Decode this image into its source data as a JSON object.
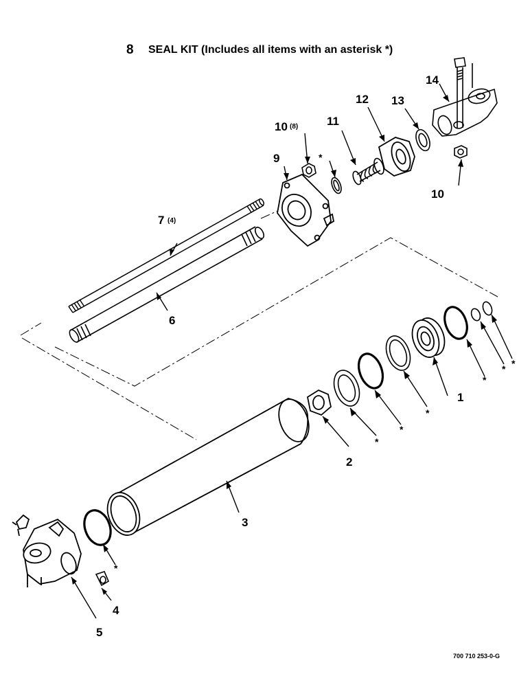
{
  "title": {
    "number": "8",
    "text": "SEAL KIT (Includes all items with an asterisk *)"
  },
  "drawing_code": "700 710 253-0-G",
  "callouts": {
    "c1": "1",
    "c2": "2",
    "c3": "3",
    "c4": "4",
    "c5": "5",
    "c6": "6",
    "c7": "7",
    "c7_qty": "(4)",
    "c9": "9",
    "c10a": "10",
    "c10a_qty": "(8)",
    "c10b": "10",
    "c11": "11",
    "c12": "12",
    "c13": "13",
    "c14": "14"
  },
  "asterisk": "*"
}
